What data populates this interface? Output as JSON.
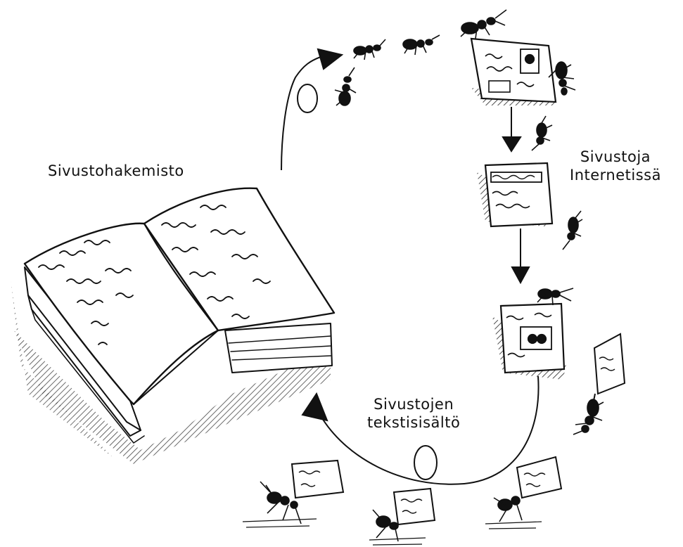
{
  "labels": {
    "directory": "Sivustohakemisto",
    "websites_line1": "Sivustoja",
    "websites_line2": "Internetissä",
    "text_content_line1": "Sivustojen",
    "text_content_line2": "tekstisisältö"
  },
  "colors": {
    "ink": "#111111",
    "paper": "#ffffff",
    "hatch": "#222222"
  },
  "icons": [
    "open-book-icon",
    "ant-icon",
    "web-page-icon",
    "paper-sheet-icon",
    "arrow-icon"
  ]
}
